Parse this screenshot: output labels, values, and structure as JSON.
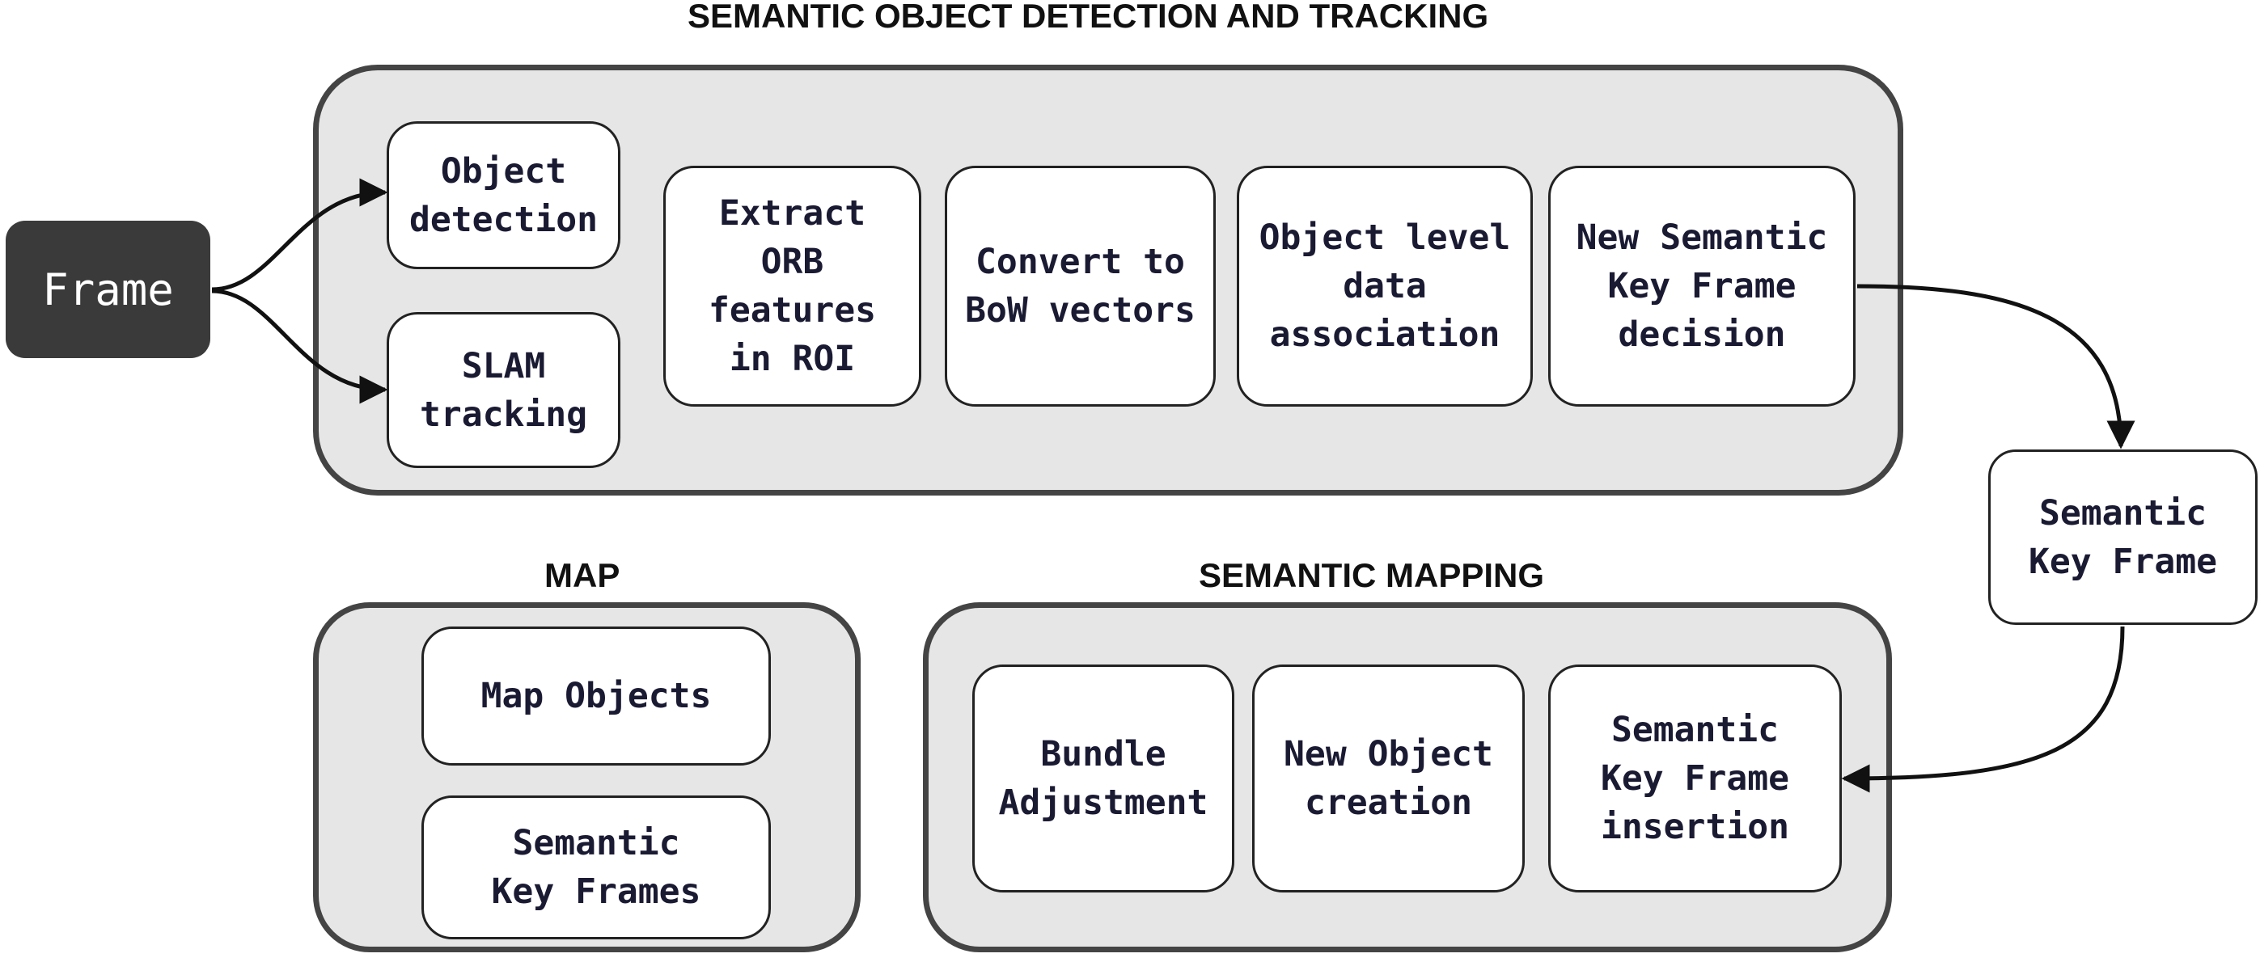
{
  "titles": {
    "tracking": "SEMANTIC OBJECT DETECTION AND TRACKING",
    "map": "MAP",
    "mapping": "SEMANTIC MAPPING"
  },
  "input": {
    "frame": "Frame"
  },
  "tracking": {
    "object_detection": "Object\ndetection",
    "slam_tracking": "SLAM\ntracking",
    "extract_orb": "Extract\nORB\nfeatures\nin ROI",
    "convert_bow": "Convert to\nBoW vectors",
    "data_association": "Object level\ndata\nassociation",
    "keyframe_decision": "New Semantic\nKey Frame\ndecision"
  },
  "semantic_key_frame": "Semantic\nKey Frame",
  "map": {
    "map_objects": "Map Objects",
    "semantic_key_frames": "Semantic\nKey Frames"
  },
  "mapping": {
    "bundle_adjustment": "Bundle\nAdjustment",
    "new_object_creation": "New Object\ncreation",
    "keyframe_insertion": "Semantic\nKey Frame\ninsertion"
  },
  "colors": {
    "group_fill": "#e6e6e6",
    "group_border": "#444444",
    "frame_fill": "#3a3a3a",
    "box_text": "#1a1a33"
  }
}
